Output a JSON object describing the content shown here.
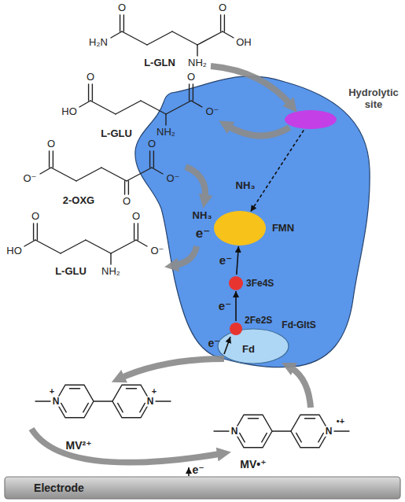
{
  "diagram": {
    "nodes": [
      {
        "text": [
          "Fd-GltS"
        ]
      },
      {
        "text": [
          "Hydrolytic site"
        ],
        "in": 0
      },
      {
        "text": [
          "NH₃",
          "e⁻",
          "FMN"
        ],
        "in": 0
      },
      {
        "text": [
          "3Fe4S"
        ],
        "in": 0
      },
      {
        "text": [
          "Fd"
        ]
      },
      {
        "text": [
          "2Fe2S"
        ],
        "in": 4
      },
      {
        "text": [
          "Electrode"
        ]
      }
    ],
    "edges": [
      {
        "from": 1,
        "to": 2,
        "arrow": "to",
        "label": "NH₃"
      },
      {
        "from": 3,
        "to": 2,
        "arrow": "to",
        "label": "e⁻"
      },
      {
        "from": 5,
        "to": 3,
        "arrow": "to",
        "label": "e⁻"
      }
    ],
    "labels": [
      "O",
      "H₂N",
      "O",
      "OH",
      "NH₂",
      "L-GLN",
      "O",
      "HO",
      "O",
      "O⁻",
      "NH₂",
      "L-GLU",
      "O",
      "O⁻",
      "O",
      "O⁻",
      "O",
      "2-OXG",
      "O",
      "HO",
      "O",
      "O⁻",
      "NH₂",
      "L-GLU",
      "e⁻",
      "N",
      "+",
      "N",
      "+",
      "MV²⁺",
      "N",
      "N",
      "•+",
      "MV•⁺",
      "e⁻"
    ]
  }
}
